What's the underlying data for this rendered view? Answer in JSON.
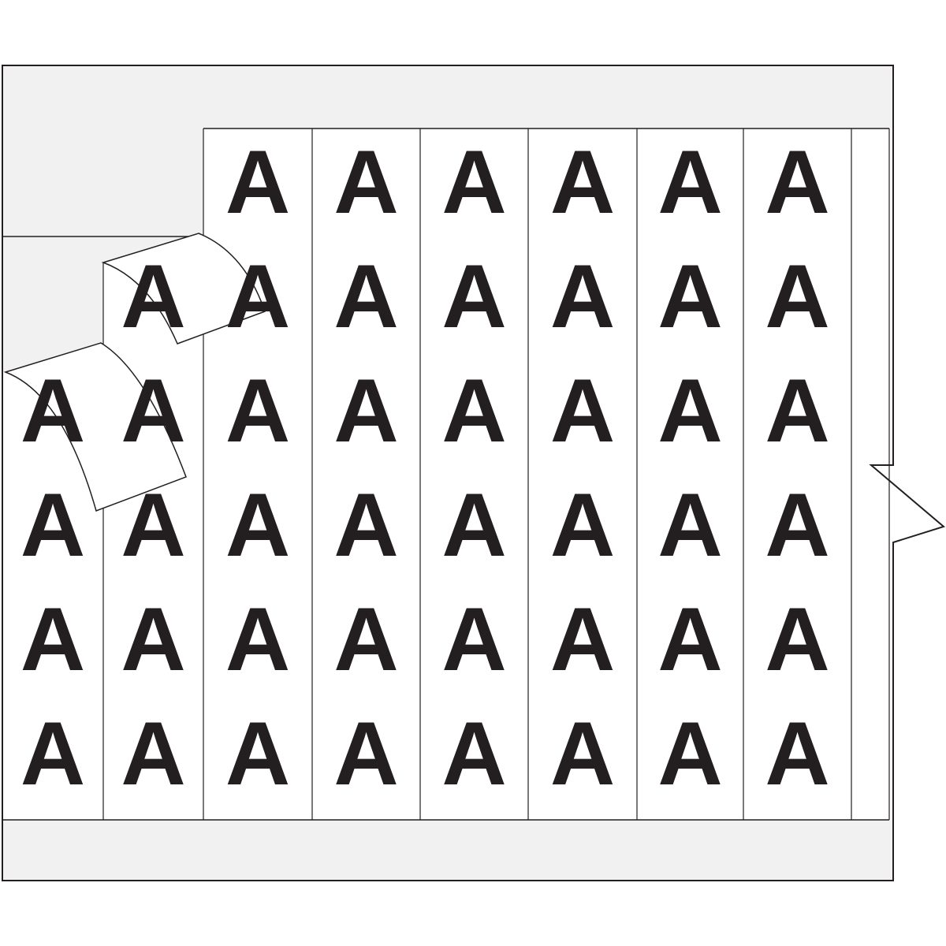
{
  "sheet": {
    "label_character": "A",
    "columns": 8,
    "rows": 6,
    "peeled_labels": 2,
    "colors": {
      "liner": "#f1f1f1",
      "label": "#ffffff",
      "outline": "#231f20",
      "character": "#231f20"
    }
  }
}
